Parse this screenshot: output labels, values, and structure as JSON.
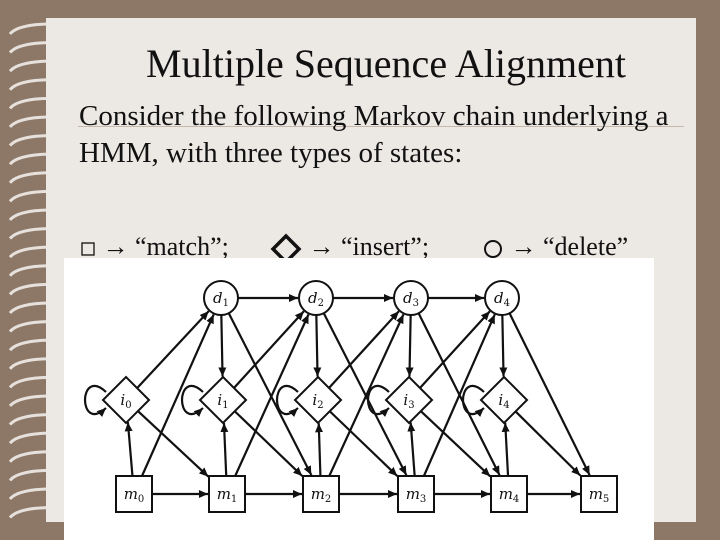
{
  "slide": {
    "title": "Multiple Sequence Alignment",
    "body": "Consider the following Markov chain underlying a HMM, with three types of states:",
    "legend": [
      {
        "shape": "square-icon",
        "arrow": "→",
        "label": "“match”;"
      },
      {
        "shape": "diamond-icon",
        "arrow": "→",
        "label": "“insert”;"
      },
      {
        "shape": "circle-icon",
        "arrow": "→",
        "label": "“delete”"
      }
    ]
  },
  "diagram": {
    "delete_states": [
      {
        "letter": "d",
        "sub": "1"
      },
      {
        "letter": "d",
        "sub": "2"
      },
      {
        "letter": "d",
        "sub": "3"
      },
      {
        "letter": "d",
        "sub": "4"
      }
    ],
    "insert_states": [
      {
        "letter": "i",
        "sub": "0"
      },
      {
        "letter": "i",
        "sub": "1"
      },
      {
        "letter": "i",
        "sub": "2"
      },
      {
        "letter": "i",
        "sub": "3"
      },
      {
        "letter": "i",
        "sub": "4"
      }
    ],
    "match_states": [
      {
        "letter": "m",
        "sub": "0"
      },
      {
        "letter": "m",
        "sub": "1"
      },
      {
        "letter": "m",
        "sub": "2"
      },
      {
        "letter": "m",
        "sub": "3"
      },
      {
        "letter": "m",
        "sub": "4"
      },
      {
        "letter": "m",
        "sub": "5"
      }
    ]
  },
  "colors": {
    "background": "#8d7867",
    "slide": "#ece8e4",
    "panel": "#ffffff",
    "ink": "#111111"
  }
}
